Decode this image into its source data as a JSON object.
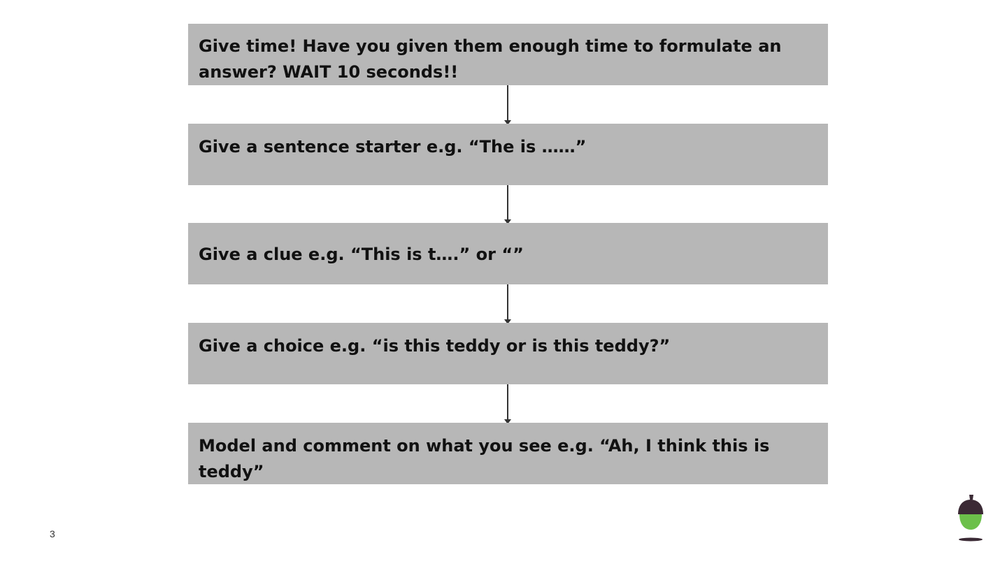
{
  "flow": {
    "steps": [
      {
        "text": "Give time! Have you given them enough time to formulate an answer? WAIT 10 seconds!!"
      },
      {
        "text": "Give a sentence starter e.g. “The is ……”"
      },
      {
        "text": "Give a clue e.g. “This is t….” or “”"
      },
      {
        "text": "Give a choice e.g. “is this teddy or is this teddy?”"
      },
      {
        "text": "Model and comment on what you see e.g. “Ah, I think this is teddy”"
      }
    ]
  },
  "footer": {
    "page_number": "3",
    "logo_icon": "acorn-logo-icon"
  },
  "colors": {
    "box_fill": "#b7b7b7",
    "arrow": "#333333",
    "acorn_cap": "#3b2a35",
    "acorn_body": "#6cc04a"
  }
}
